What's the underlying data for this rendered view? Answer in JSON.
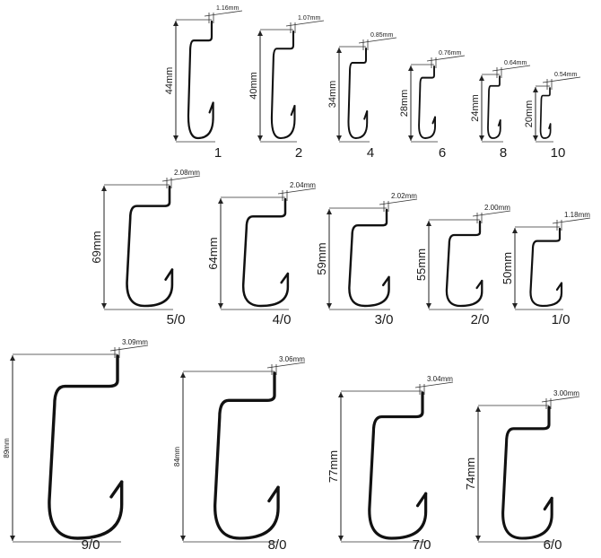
{
  "rows": [
    {
      "hooks": [
        {
          "size": "1",
          "length": "44mm",
          "wire": "1.16mm"
        },
        {
          "size": "2",
          "length": "40mm",
          "wire": "1.07mm"
        },
        {
          "size": "4",
          "length": "34mm",
          "wire": "0.85mm"
        },
        {
          "size": "6",
          "length": "28mm",
          "wire": "0.76mm"
        },
        {
          "size": "8",
          "length": "24mm",
          "wire": "0.64mm"
        },
        {
          "size": "10",
          "length": "20mm",
          "wire": "0.54mm"
        }
      ]
    },
    {
      "hooks": [
        {
          "size": "5/0",
          "length": "69mm",
          "wire": "2.08mm"
        },
        {
          "size": "4/0",
          "length": "64mm",
          "wire": "2.04mm"
        },
        {
          "size": "3/0",
          "length": "59mm",
          "wire": "2.02mm"
        },
        {
          "size": "2/0",
          "length": "55mm",
          "wire": "2.00mm"
        },
        {
          "size": "1/0",
          "length": "50mm",
          "wire": "1.18mm"
        }
      ]
    },
    {
      "hooks": [
        {
          "size": "9/0",
          "length": "89mm",
          "wire": "3.09mm"
        },
        {
          "size": "8/0",
          "length": "84mm",
          "wire": "3.06mm"
        },
        {
          "size": "7/0",
          "length": "77mm",
          "wire": "3.04mm"
        },
        {
          "size": "6/0",
          "length": "74mm",
          "wire": "3.00mm"
        }
      ]
    }
  ],
  "colors": {
    "hook": "#111111",
    "line": "#222222",
    "background": "#ffffff"
  }
}
